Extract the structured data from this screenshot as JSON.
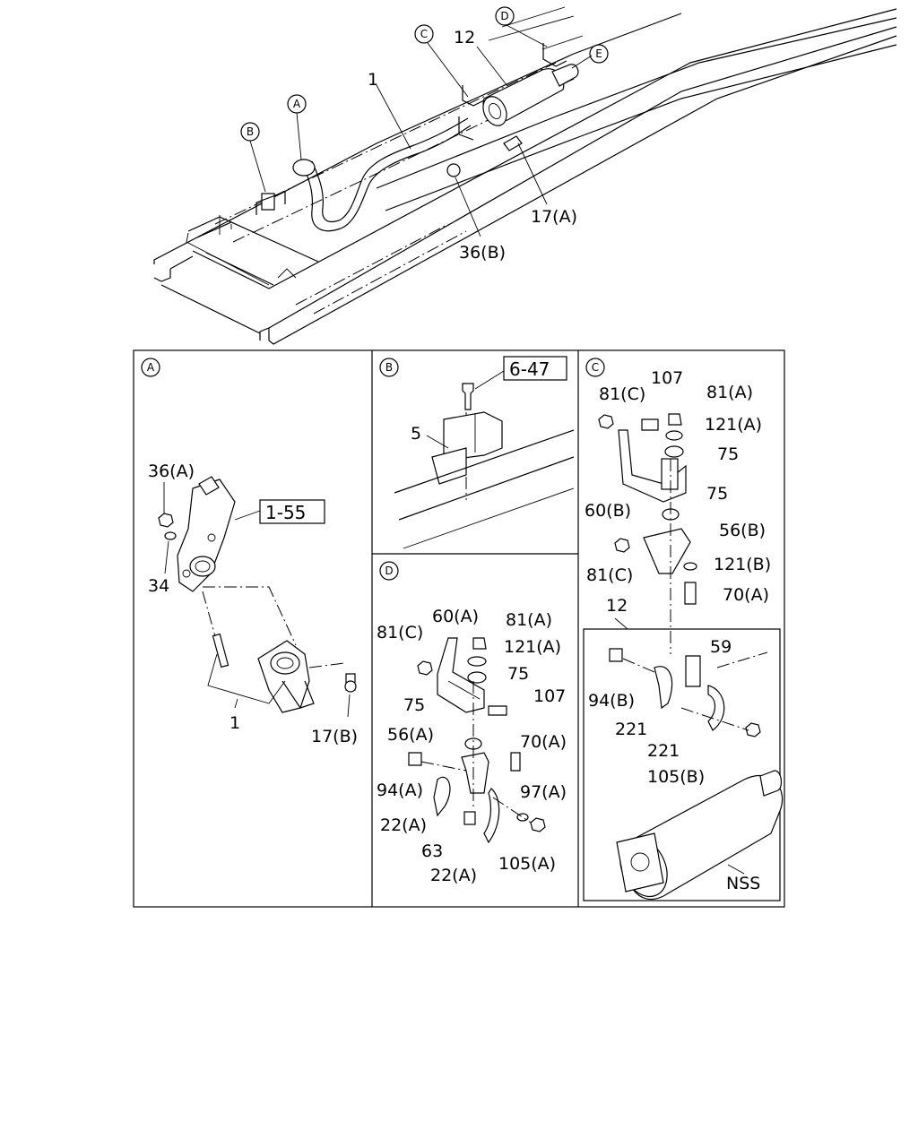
{
  "overview": {
    "callouts": {
      "a": "A",
      "b": "B",
      "c": "C",
      "d": "D",
      "e": "E"
    },
    "labels": {
      "pipe": "1",
      "muffler": "12",
      "bolt": "17(A)",
      "nut": "36(B)"
    }
  },
  "panel_a": {
    "marker": "A",
    "ref_box": "1-55",
    "labels": {
      "nut": "36(A)",
      "washer": "34",
      "pipe": "1",
      "bolt": "17(B)"
    }
  },
  "panel_b": {
    "marker": "B",
    "ref_box": "6-47",
    "labels": {
      "hanger": "5"
    }
  },
  "panel_c": {
    "marker": "C",
    "labels": {
      "bolt_107": "107",
      "nut_81c_top": "81(C)",
      "nut_81a": "81(A)",
      "washer_121a": "121(A)",
      "rubber_75_top": "75",
      "bracket_60b": "60(B)",
      "rubber_75_bottom": "75",
      "bracket_56b": "56(B)",
      "nut_81c_bottom": "81(C)",
      "washer_121b": "121(B)",
      "bolt_70a": "70(A)",
      "muffler": "12",
      "bracket_59": "59",
      "bolt_94b": "94(B)",
      "clamp_221_left": "221",
      "clamp_221_right": "221",
      "nut_105b": "105(B)",
      "nss": "NSS"
    }
  },
  "panel_d": {
    "marker": "D",
    "labels": {
      "nut_81c": "81(C)",
      "bracket_60a": "60(A)",
      "nut_81a": "81(A)",
      "washer_121a": "121(A)",
      "rubber_75_right": "75",
      "rubber_75_left": "75",
      "bolt_107": "107",
      "bracket_56a": "56(A)",
      "bolt_70a": "70(A)",
      "bolt_94a": "94(A)",
      "washer_97a": "97(A)",
      "clamp_22a_top": "22(A)",
      "spacer_63": "63",
      "clamp_22a_bottom": "22(A)",
      "nut_105a": "105(A)"
    }
  }
}
